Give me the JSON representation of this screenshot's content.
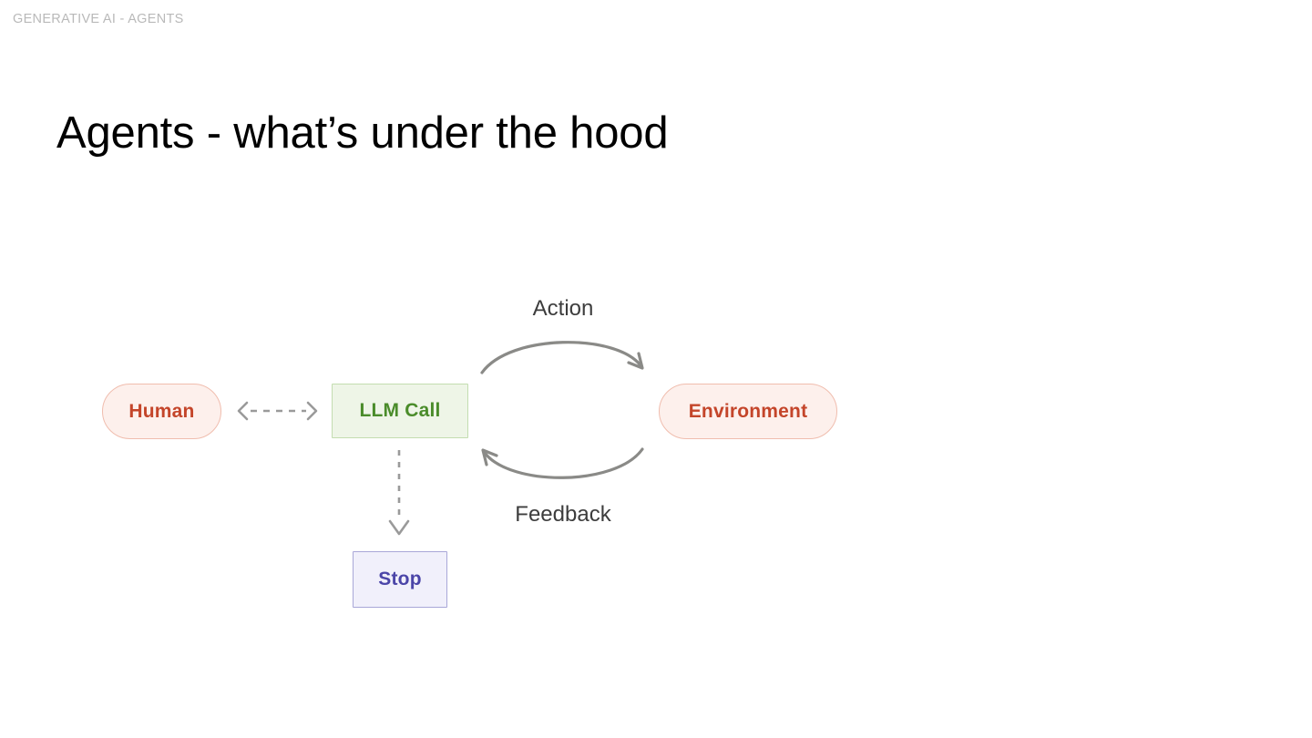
{
  "slide": {
    "eyebrow": "GENERATIVE AI - AGENTS",
    "title": "Agents - what’s under the hood",
    "background": "#ffffff"
  },
  "diagram": {
    "type": "flow-diagram",
    "nodes": [
      {
        "id": "human",
        "label": "Human",
        "shape": "pill",
        "fill": "#fdf0ec",
        "stroke": "#f0bdae",
        "text_color": "#c4452a"
      },
      {
        "id": "llm-call",
        "label": "LLM Call",
        "shape": "rectangle",
        "fill": "#eef5e7",
        "stroke": "#c3ddb0",
        "text_color": "#4a8c2a"
      },
      {
        "id": "environment",
        "label": "Environment",
        "shape": "pill",
        "fill": "#fdf0ec",
        "stroke": "#f0bdae",
        "text_color": "#c4452a"
      },
      {
        "id": "stop",
        "label": "Stop",
        "shape": "rectangle",
        "fill": "#f1f0fb",
        "stroke": "#a9a7d8",
        "text_color": "#4b45a8"
      }
    ],
    "edges": [
      {
        "id": "human-llm",
        "from": "human",
        "to": "llm-call",
        "style": "dashed",
        "direction": "bidirectional",
        "label": "",
        "color": "#9a9a9a"
      },
      {
        "id": "action",
        "from": "llm-call",
        "to": "environment",
        "style": "solid-arc",
        "direction": "forward",
        "label": "Action",
        "color": "#8a8a87"
      },
      {
        "id": "feedback",
        "from": "environment",
        "to": "llm-call",
        "style": "solid-arc",
        "direction": "forward",
        "label": "Feedback",
        "color": "#8a8a87"
      },
      {
        "id": "llm-stop",
        "from": "llm-call",
        "to": "stop",
        "style": "dashed",
        "direction": "forward",
        "label": "",
        "color": "#9a9a9a"
      }
    ],
    "labels": {
      "action": "Action",
      "feedback": "Feedback",
      "label_color": "#3d3d3d"
    }
  }
}
